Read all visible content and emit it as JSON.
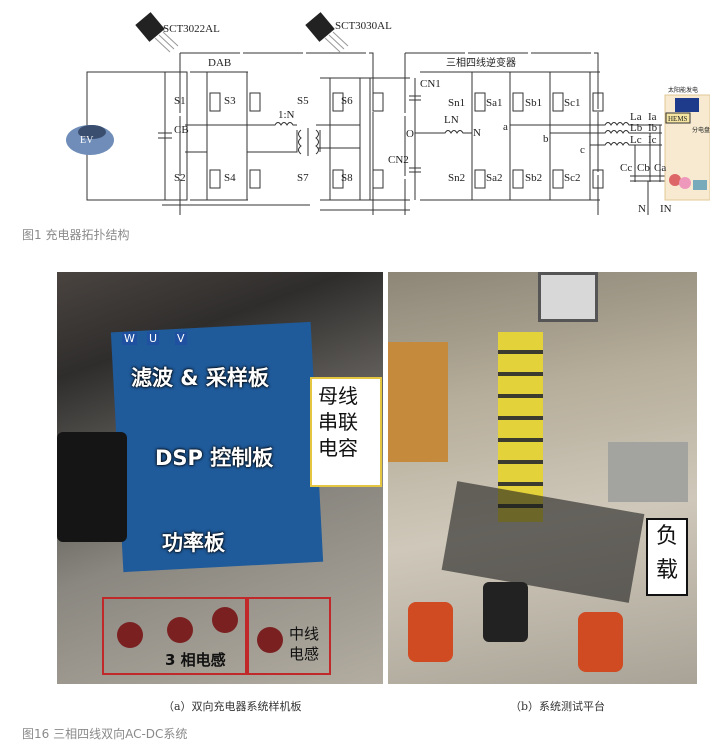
{
  "figure1": {
    "caption": "图1 充电器拓扑结构",
    "parts": {
      "device1": "SCT3022AL",
      "device2": "SCT3030AL"
    },
    "blocks": {
      "dab": "DAB",
      "inverter": "三相四线逆变器"
    },
    "labels": {
      "ev": "EV",
      "cb": "CB",
      "s1": "S1",
      "s2": "S2",
      "s3": "S3",
      "s4": "S4",
      "ratio": "1:N",
      "s5": "S5",
      "s6": "S6",
      "s7": "S7",
      "s8": "S8",
      "cn1": "CN1",
      "cn2": "CN2",
      "o": "O",
      "ln": "LN",
      "n": "N",
      "sn1": "Sn1",
      "sn2": "Sn2",
      "sa1": "Sa1",
      "sa2": "Sa2",
      "sb1": "Sb1",
      "sb2": "Sb2",
      "sc1": "Sc1",
      "sc2": "Sc2",
      "a": "a",
      "b": "b",
      "c": "c",
      "la": "La",
      "lb": "Lb",
      "lc": "Lc",
      "ia": "Ia",
      "ib": "Ib",
      "ic": "Ic",
      "cc": "Cc",
      "cb2": "Cb",
      "ca": "Ca",
      "n_out": "N",
      "in": "IN",
      "solar": "太阳能发电",
      "hems": "HEMS",
      "panel": "分电盘"
    }
  },
  "figure16": {
    "caption": "图16 三相四线双向AC-DC系统",
    "sub_a": "（a）双向充电器系统样机板",
    "sub_b": "（b）系统测试平台",
    "photo_a_labels": {
      "filter": "滤波 & 采样板",
      "dsp": "DSP 控制板",
      "power": "功率板",
      "bus_cap": [
        "母线",
        "串联",
        "电容"
      ],
      "inductor3": "3 相电感",
      "neutral": [
        "中线",
        "电感"
      ],
      "phases": [
        "W",
        "U",
        "V"
      ]
    },
    "photo_b_labels": {
      "load": [
        "负",
        "载"
      ]
    }
  }
}
